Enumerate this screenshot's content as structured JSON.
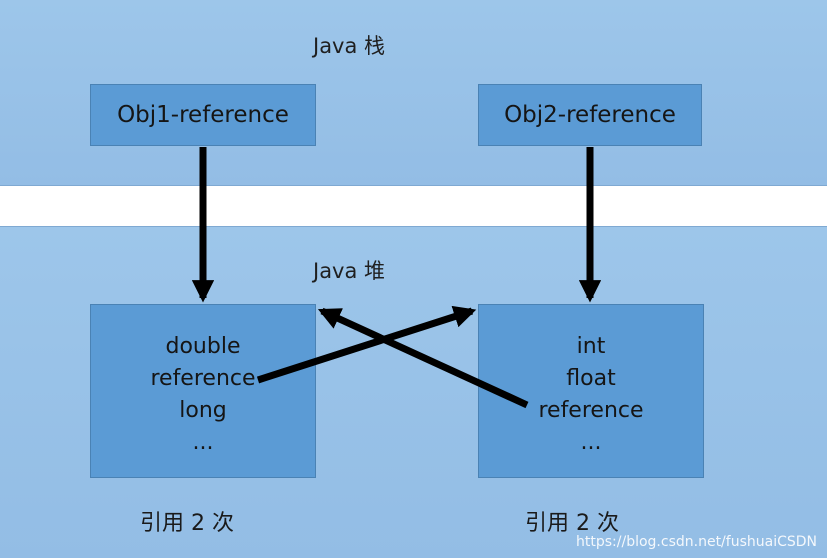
{
  "stack": {
    "title": "Java 栈",
    "obj1": "Obj1-reference",
    "obj2": "Obj2-reference"
  },
  "heap": {
    "title": "Java 堆",
    "box1": {
      "fields": [
        "double",
        "reference",
        "long",
        "..."
      ]
    },
    "box2": {
      "fields": [
        "int",
        "float",
        "reference",
        "..."
      ]
    }
  },
  "labels": {
    "count1": "引用 2 次",
    "count2": "引用 2 次"
  },
  "watermark": "https://blog.csdn.net/fushuaiCSDN",
  "colors": {
    "region_bg": "#9dc6ea",
    "box_fill": "#5b9bd5",
    "arrow": "#000000"
  }
}
